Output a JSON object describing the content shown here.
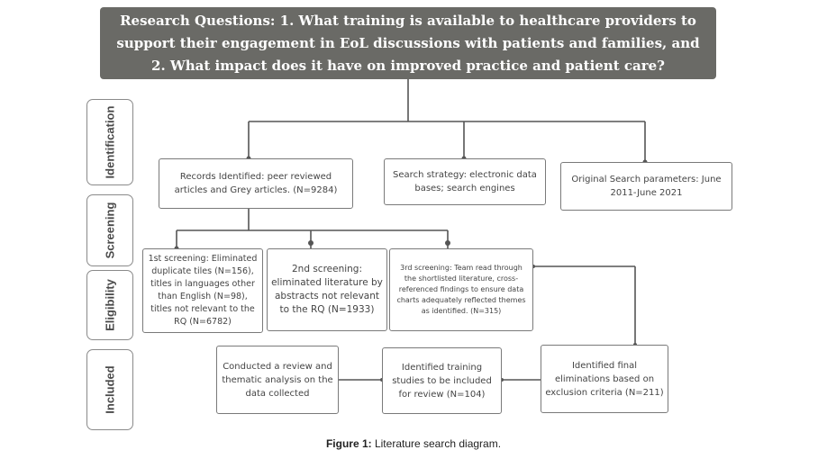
{
  "title": "Research Questions: 1. What training is available to healthcare providers to support their engagement in EoL discussions with patients and families, and 2. What impact does it have on improved practice and patient care?",
  "stages": {
    "identification": "Identification",
    "screening": "Screening",
    "eligibility": "Eligibility",
    "included": "Included"
  },
  "boxes": {
    "records": "Records Identified: peer reviewed articles and Grey articles. (N=9284)",
    "search_strategy": "Search strategy: electronic data bases; search engines",
    "search_params": "Original Search parameters: June 2011-June 2021",
    "screen1": "1st screening: Eliminated duplicate tiles (N=156), titles in languages other than English (N=98), titles not relevant to the RQ (N=6782)",
    "screen2": "2nd screening: eliminated literature by abstracts not relevant to the RQ (N=1933)",
    "screen3": "3rd screening: Team read through the shortlisted literature, cross-referenced findings to ensure data charts adequately reflected themes as identified. (N=315)",
    "final_elim": "Identified final eliminations based on exclusion criteria (N=211)",
    "training": "Identified training studies to be included for review (N=104)",
    "review": "Conducted a review and thematic analysis on the data collected"
  },
  "caption": {
    "label": "Figure 1:",
    "text": "Literature search diagram."
  }
}
